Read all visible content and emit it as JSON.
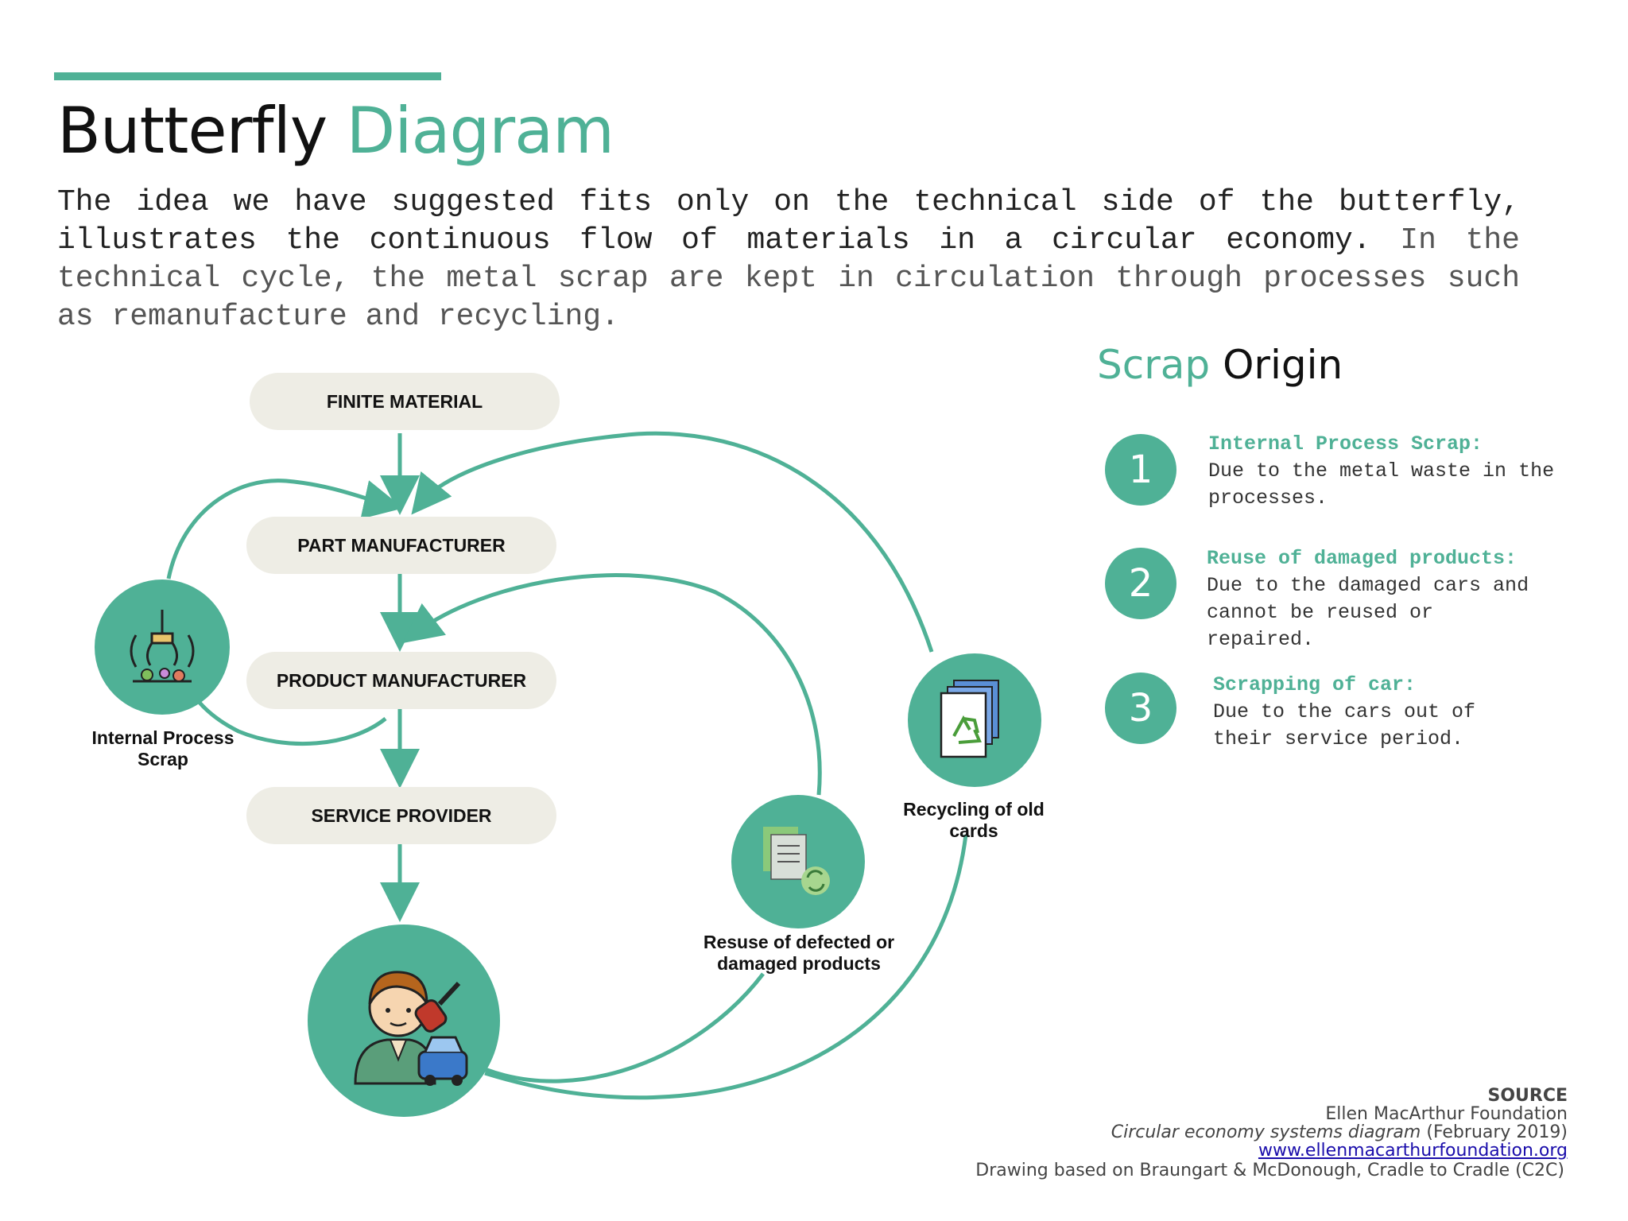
{
  "title": {
    "part1": "Butterfly",
    "part2": "Diagram"
  },
  "intro": {
    "text": "The idea we have suggested fits only on the technical side of the butterfly, illustrates the continuous flow of materials in a circular economy.",
    "text_muted": "In the technical cycle, the metal scrap are kept in circulation through processes such as remanufacture and recycling."
  },
  "diagram": {
    "boxes": [
      "FINITE MATERIAL",
      "PART MANUFACTURER",
      "PRODUCT MANUFACTURER",
      "SERVICE PROVIDER"
    ],
    "loops": {
      "internal": "Internal Process Scrap",
      "reuse": "Resuse of  defected or damaged products",
      "recycling": "Recycling of old cards"
    },
    "icons": [
      "crane-scrap-icon",
      "documents-recycle-icon",
      "recycle-papers-icon",
      "person-car-key-icon"
    ],
    "accent_color": "#4fb196",
    "box_color": "#eeede5"
  },
  "scrap_origin": {
    "title_part1": "Scrap",
    "title_part2": "Origin",
    "items": [
      {
        "num": "1",
        "heading": "Internal Process Scrap:",
        "text": "Due to the metal waste in the processes."
      },
      {
        "num": "2",
        "heading": "Reuse of damaged products:",
        "text": "Due to the damaged cars and cannot be reused or repaired."
      },
      {
        "num": "3",
        "heading": "Scrapping of car:",
        "text": "Due to the cars out of their service period."
      }
    ]
  },
  "source": {
    "label": "SOURCE",
    "org": "Ellen MacArthur Foundation",
    "doc": "Circular economy systems diagram",
    "date": "(February 2019)",
    "url": "www.ellenmacarthurfoundation.org",
    "drawing": "Drawing based on Braungart & McDonough, Cradle to Cradle (C2C)"
  }
}
